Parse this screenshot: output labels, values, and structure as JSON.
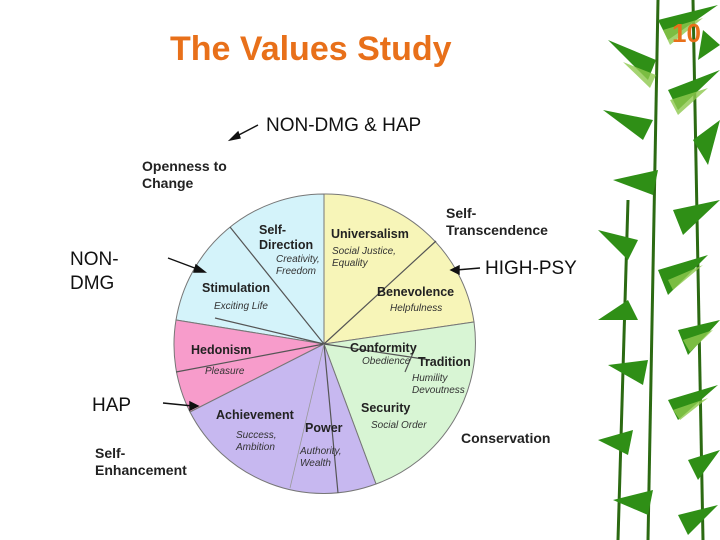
{
  "slide": {
    "title": "The Values Study",
    "page_number": "10",
    "annotations": {
      "top": "NON-DMG & HAP",
      "left_line1": "NON-",
      "left_line2": "DMG",
      "right": "HIGH-PSY",
      "bottom_left": "HAP"
    }
  },
  "diagram": {
    "dimensions": {
      "openness_l1": "Openness to",
      "openness_l2": "Change",
      "transcendence_l1": "Self-",
      "transcendence_l2": "Transcendence",
      "conservation": "Conservation",
      "enhancement_l1": "Self-",
      "enhancement_l2": "Enhancement"
    },
    "values": {
      "self_direction_l1": "Self-",
      "self_direction_l2": "Direction",
      "self_direction_ex1": "Creativity,",
      "self_direction_ex2": "Freedom",
      "universalism": "Universalism",
      "universalism_ex1": "Social Justice,",
      "universalism_ex2": "Equality",
      "stimulation": "Stimulation",
      "stimulation_ex": "Exciting Life",
      "benevolence": "Benevolence",
      "benevolence_ex": "Helpfulness",
      "hedonism": "Hedonism",
      "hedonism_ex": "Pleasure",
      "conformity": "Conformity",
      "conformity_ex": "Obedience",
      "tradition": "Tradition",
      "tradition_ex1": "Humility",
      "tradition_ex2": "Devoutness",
      "achievement": "Achievement",
      "achievement_ex1": "Success,",
      "achievement_ex2": "Ambition",
      "security": "Security",
      "security_ex": "Social Order",
      "power": "Power",
      "power_ex1": "Authority,",
      "power_ex2": "Wealth"
    },
    "colors": {
      "openness": "#d4f3fa",
      "transcendence": "#f7f5b8",
      "conservation": "#d8f5d4",
      "hedonism": "#f79ccb",
      "enhancement": "#c7b8f0",
      "divider": "#555555"
    }
  }
}
